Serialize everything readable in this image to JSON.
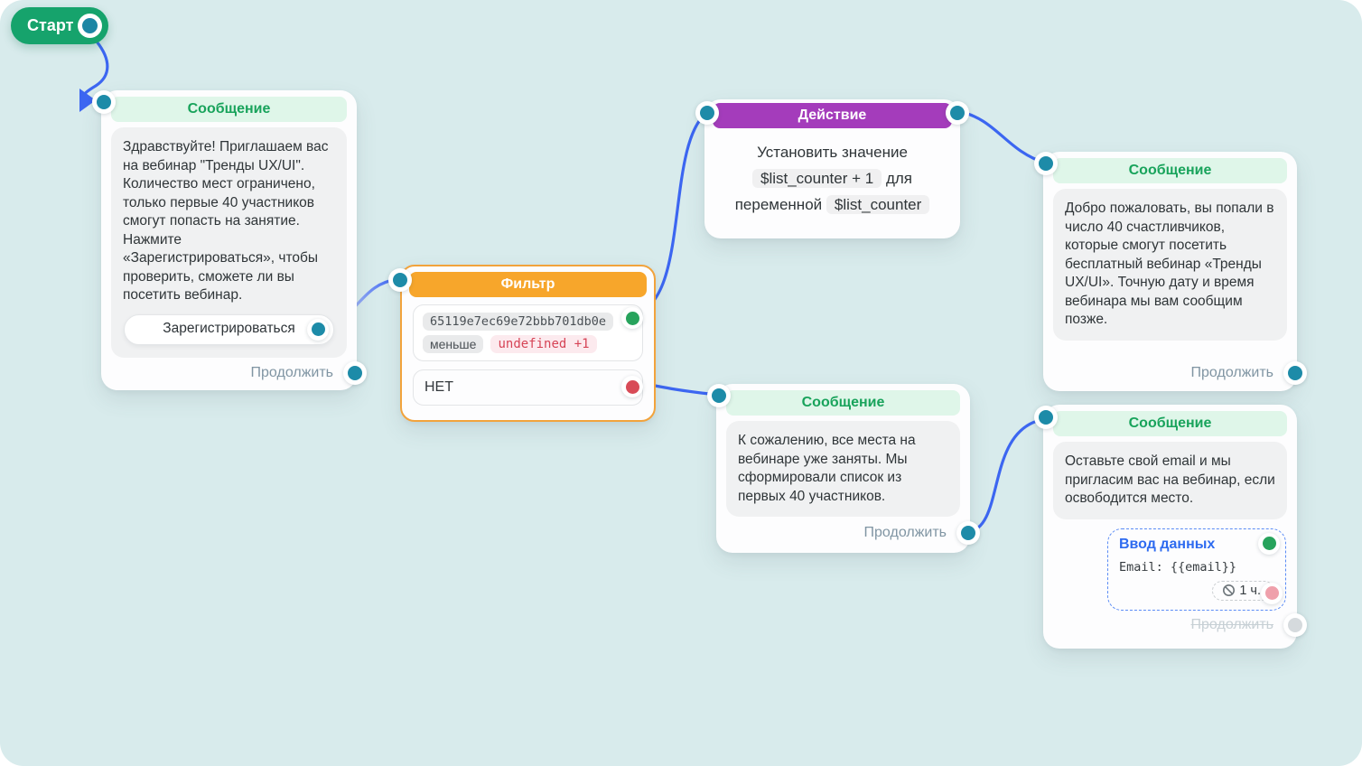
{
  "start_node": {
    "label": "Старт"
  },
  "nodes": {
    "message_invite": {
      "header": "Сообщение",
      "body": "Здравствуйте! Приглашаем вас на вебинар \"Тренды UX/UI\". Количество мест ограничено, только первые 40 участников смогут попасть на занятие. Нажмите «Зарегистрироваться», чтобы проверить, сможете ли вы посетить вебинар.",
      "button": "Зарегистрироваться",
      "continue": "Продолжить"
    },
    "filter": {
      "header": "Фильтр",
      "condition_variable": "65119e7ec69e72bbb701db0e",
      "condition_operator": "меньше",
      "condition_value": "undefined +1",
      "no_branch": "НЕТ"
    },
    "action": {
      "header": "Действие",
      "line1": "Установить значение",
      "value_code": "$list_counter + 1",
      "line2_suffix": "для",
      "line3_prefix": "переменной",
      "variable_code": "$list_counter"
    },
    "message_welcome": {
      "header": "Сообщение",
      "body": "Добро пожаловать, вы попали в число 40 счастливчиков, которые смогут посетить бесплатный вебинар «Тренды UX/UI». Точную дату и время вебинара мы вам сообщим позже.",
      "continue": "Продолжить"
    },
    "message_full": {
      "header": "Сообщение",
      "body": "К сожалению, все места на вебинаре уже заняты. Мы сформировали список из первых 40 участников.",
      "continue": "Продолжить"
    },
    "message_email": {
      "header": "Сообщение",
      "body": "Оставьте свой email и мы пригласим вас на вебинар, если освободится место.",
      "input_title": "Ввод данных",
      "input_field": "Email: {{email}}",
      "timeout": "1 ч.",
      "continue": "Продолжить"
    }
  },
  "colors": {
    "background": "#d8ebec",
    "edge_blue": "#3c66f1",
    "start_green": "#16a36c",
    "header_green_bg": "#dff6e9",
    "header_green_text": "#18a35b",
    "filter_orange": "#f7a62b",
    "action_purple": "#a43cbb",
    "port_teal": "#1d8ba8",
    "port_green": "#27a35c",
    "port_red": "#d84b57",
    "port_pink": "#efa0ab",
    "port_gray": "#d5dadd",
    "error_red": "#d64456",
    "input_blue": "#2e6bf0"
  }
}
